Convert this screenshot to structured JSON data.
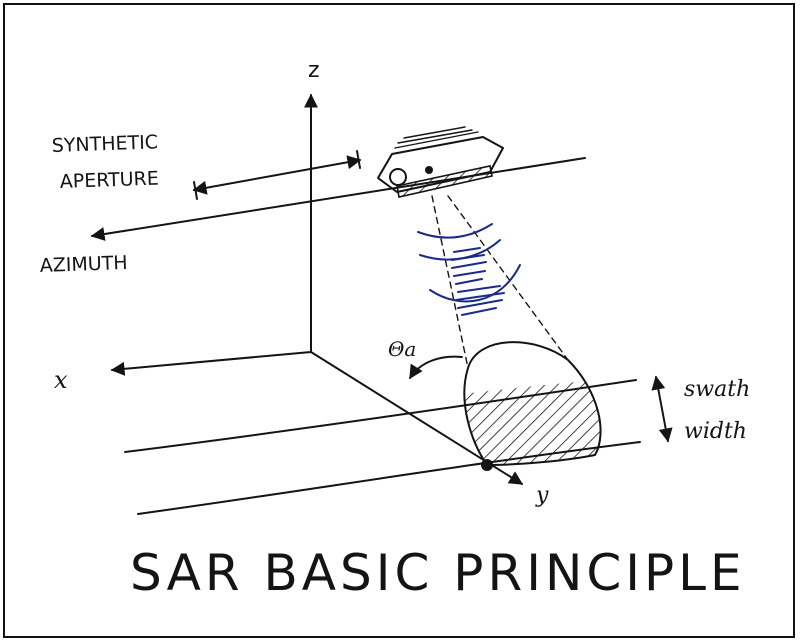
{
  "diagram": {
    "title": "SAR BASIC PRINCIPLE",
    "axes": {
      "z": "z",
      "x": "x",
      "y": "y"
    },
    "labels": {
      "synthetic_line1": "SYNTHETIC",
      "synthetic_line2": "APERTURE",
      "azimuth": "AZIMUTH",
      "angle": "Θa",
      "swath_line1": "swath",
      "swath_line2": "width"
    }
  }
}
